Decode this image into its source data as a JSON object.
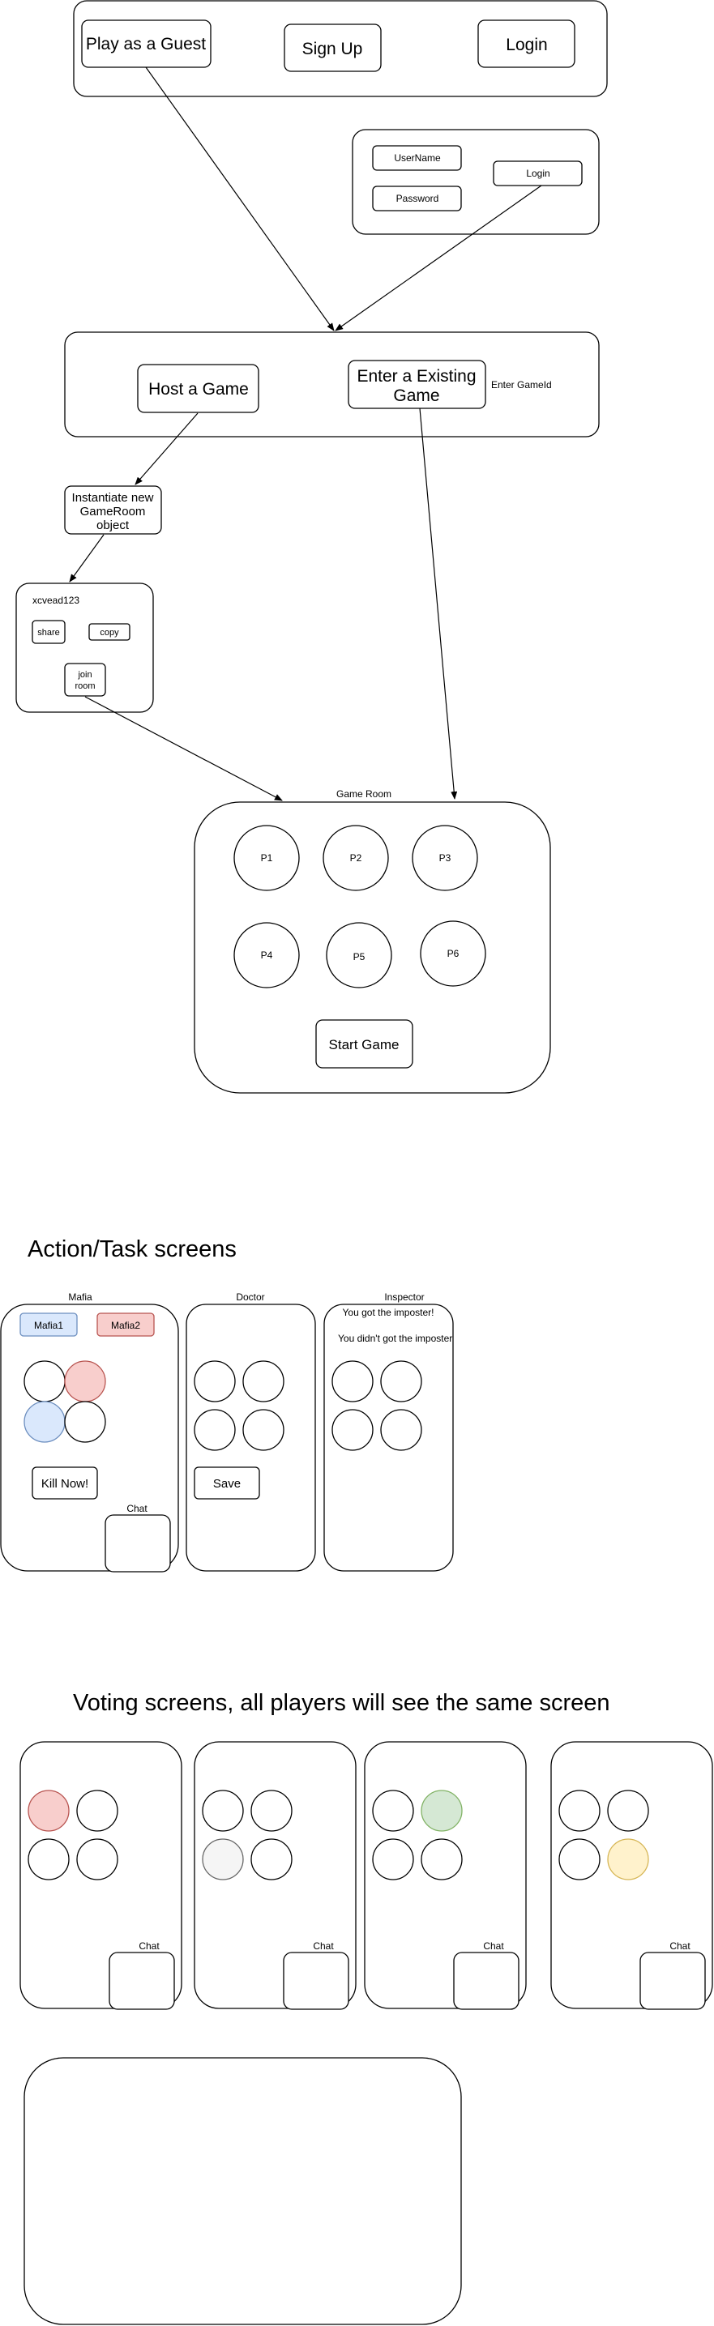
{
  "auth": {
    "guest_button": "Play as a Guest",
    "signup_button": "Sign Up",
    "login_button": "Login"
  },
  "login_form": {
    "username_field": "UserName",
    "password_field": "Password",
    "submit_button": "Login"
  },
  "game_select": {
    "host_button": "Host a Game",
    "enter_button_line1": "Enter a Existing",
    "enter_button_line2": "Game",
    "gameid_label": "Enter GameId"
  },
  "instantiate": {
    "line1": "Instantiate new",
    "line2": "GameRoom",
    "line3": "object"
  },
  "room_code_panel": {
    "code": "xcvead123",
    "share_button": "share",
    "copy_button": "copy",
    "join_line1": "join",
    "join_line2": "room"
  },
  "game_room": {
    "title": "Game Room",
    "players": [
      "P1",
      "P2",
      "P3",
      "P4",
      "P5",
      "P6"
    ],
    "start_button": "Start Game"
  },
  "action_section": {
    "heading": "Action/Task screens",
    "mafia": {
      "title": "Mafia",
      "tag1": "Mafia1",
      "tag2": "Mafia2",
      "kill_button": "Kill  Now!",
      "chat_label": "Chat"
    },
    "doctor": {
      "title": "Doctor",
      "save_button": "Save"
    },
    "inspector": {
      "title": "Inspector",
      "msg_got": "You got the imposter!",
      "msg_not": "You didn't got the imposter"
    }
  },
  "voting_section": {
    "heading": "Voting screens, all players will see the same screen",
    "chat_labels": [
      "Chat",
      "Chat",
      "Chat",
      "Chat"
    ]
  },
  "colors": {
    "mafia1_fill": "#dae8fc",
    "mafia1_stroke": "#6c8ebf",
    "mafia2_fill": "#f8cecc",
    "mafia2_stroke": "#b85450",
    "gray_fill": "#f5f5f5",
    "gray_stroke": "#666666",
    "green_fill": "#d5e8d4",
    "green_stroke": "#82b366",
    "yellow_fill": "#fff2cc",
    "yellow_stroke": "#d6b656"
  }
}
